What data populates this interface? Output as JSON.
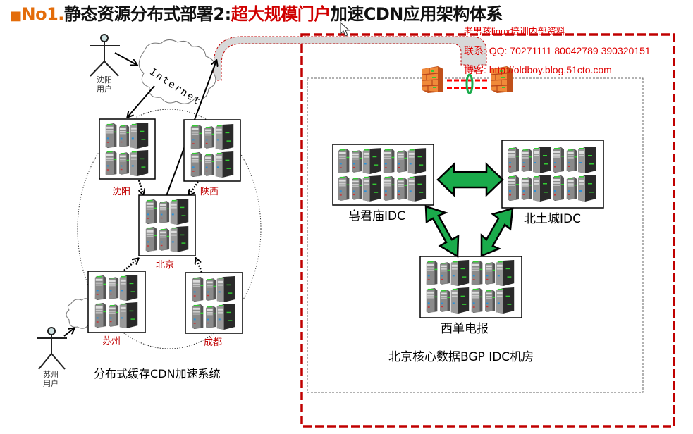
{
  "title": {
    "bullet": "■",
    "number": "No1.",
    "prefix": "静态资源分布式部署2:",
    "highlight": "超大规模门户",
    "suffix": "加速CDN应用架构体系"
  },
  "watermark": {
    "line1": "老男孩linux培训内部资料",
    "line2": "联系: QQ: 70271111 80042789 390320151",
    "line3": "博客: http://oldboy.blog.51cto.com"
  },
  "cdn_system": {
    "cloud_label": "Internet",
    "users": [
      {
        "name": "shenyang-user",
        "label_line1": "沈阳",
        "label_line2": "用户"
      },
      {
        "name": "suzhou-user",
        "label_line1": "苏州",
        "label_line2": "用户"
      }
    ],
    "nodes": [
      {
        "id": "shenyang",
        "label": "沈阳"
      },
      {
        "id": "shaanxi",
        "label": "陕西"
      },
      {
        "id": "beijing",
        "label": "北京"
      },
      {
        "id": "suzhou",
        "label": "苏州"
      },
      {
        "id": "chengdu",
        "label": "成都"
      }
    ],
    "caption": "分布式缓存CDN加速系统"
  },
  "core_idc": {
    "nodes": [
      {
        "id": "zaojunmiao",
        "label": "皂君庙IDC"
      },
      {
        "id": "beitucheng",
        "label": "北土城IDC"
      },
      {
        "id": "xidan",
        "label": "西单电报"
      }
    ],
    "caption": "北京核心数据BGP IDC机房"
  },
  "colors": {
    "accent_orange": "#e36c0a",
    "accent_red": "#d00000",
    "arrow_green": "#1aab4b",
    "dashed_red": "#c00000"
  }
}
